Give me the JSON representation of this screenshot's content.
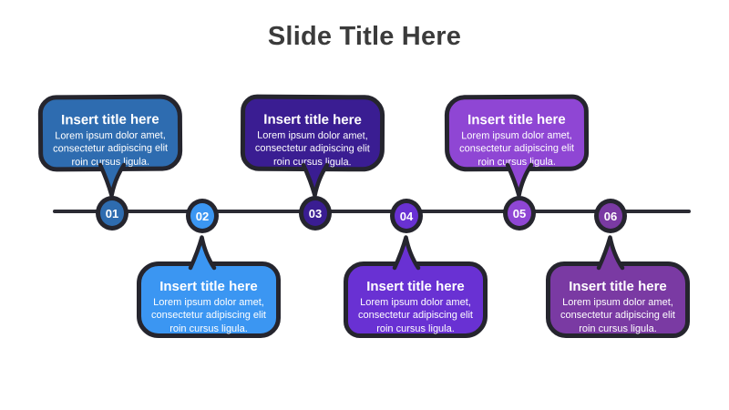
{
  "slide": {
    "title": "Slide Title Here"
  },
  "colors": {
    "background": "#ffffff",
    "outline": "#25252e",
    "timeline": "#2b2b33",
    "title_text": "#3b3b3b",
    "bubble_text": "#ffffff"
  },
  "items": [
    {
      "number": "01",
      "side": "above",
      "color": "#2e6cb0",
      "title": "Insert title here",
      "body": "Lorem ipsum dolor amet, consectetur adipiscing elit roin cursus ligula."
    },
    {
      "number": "02",
      "side": "below",
      "color": "#3b96f2",
      "title": "Insert title here",
      "body": "Lorem ipsum dolor amet, consectetur adipiscing elit roin cursus ligula."
    },
    {
      "number": "03",
      "side": "above",
      "color": "#3a1d92",
      "title": "Insert title here",
      "body": "Lorem ipsum dolor amet, consectetur adipiscing elit roin cursus ligula."
    },
    {
      "number": "04",
      "side": "below",
      "color": "#6931d3",
      "title": "Insert title here",
      "body": "Lorem ipsum dolor amet, consectetur adipiscing elit roin cursus ligula."
    },
    {
      "number": "05",
      "side": "above",
      "color": "#8f46d4",
      "title": "Insert title here",
      "body": "Lorem ipsum dolor amet, consectetur adipiscing elit roin cursus ligula."
    },
    {
      "number": "06",
      "side": "below",
      "color": "#7a3aa3",
      "title": "Insert title here",
      "body": "Lorem ipsum dolor amet, consectetur adipiscing elit roin cursus ligula."
    }
  ]
}
